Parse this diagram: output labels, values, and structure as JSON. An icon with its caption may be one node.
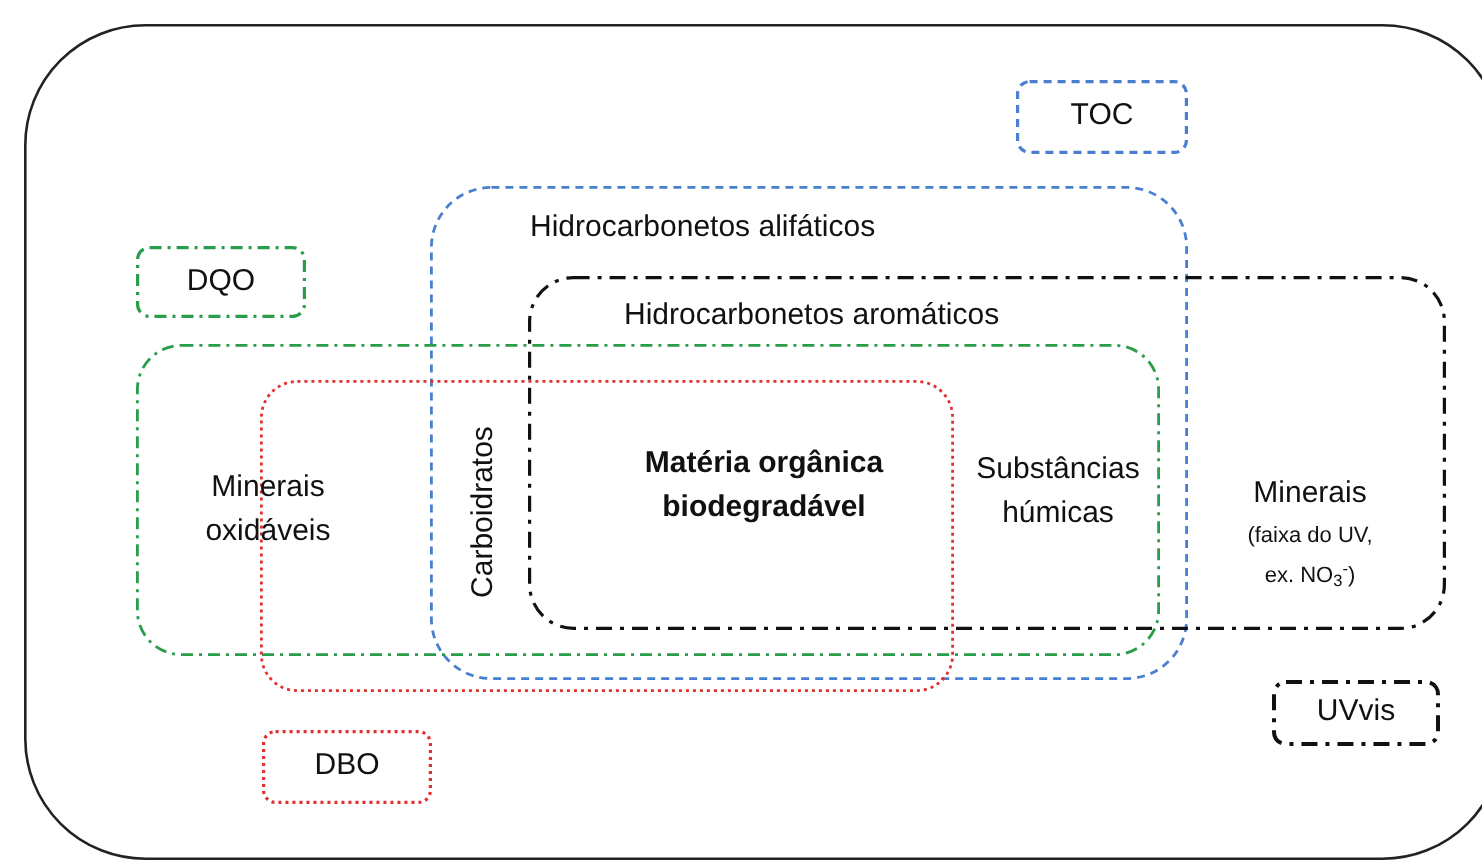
{
  "diagram": {
    "nodes": [
      {
        "text": [],
        "shape": "box"
      },
      {
        "text": [
          "TOC"
        ],
        "in": 0
      },
      {
        "text": [
          "DQO"
        ],
        "in": 0
      },
      {
        "text": [
          "DBO"
        ],
        "in": 0
      },
      {
        "text": [
          "UVvis"
        ],
        "in": 0
      },
      {
        "text": [
          "Hidrocarbonetos alifáticos"
        ],
        "in": 0
      },
      {
        "text": [
          "Hidrocarbonetos aromáticos"
        ],
        "in": 0
      },
      {
        "text": [],
        "shape": "box",
        "in": 0
      },
      {
        "text": [],
        "shape": "box",
        "in": 0
      }
    ],
    "labels": [
      "Minerais oxidáveis",
      "Carboidratos",
      "Matéria orgânica biodegradável",
      "Substâncias húmicas",
      "Minerais",
      "(faixa do UV, ex. NO$_{3}$$^{-}$)"
    ]
  }
}
